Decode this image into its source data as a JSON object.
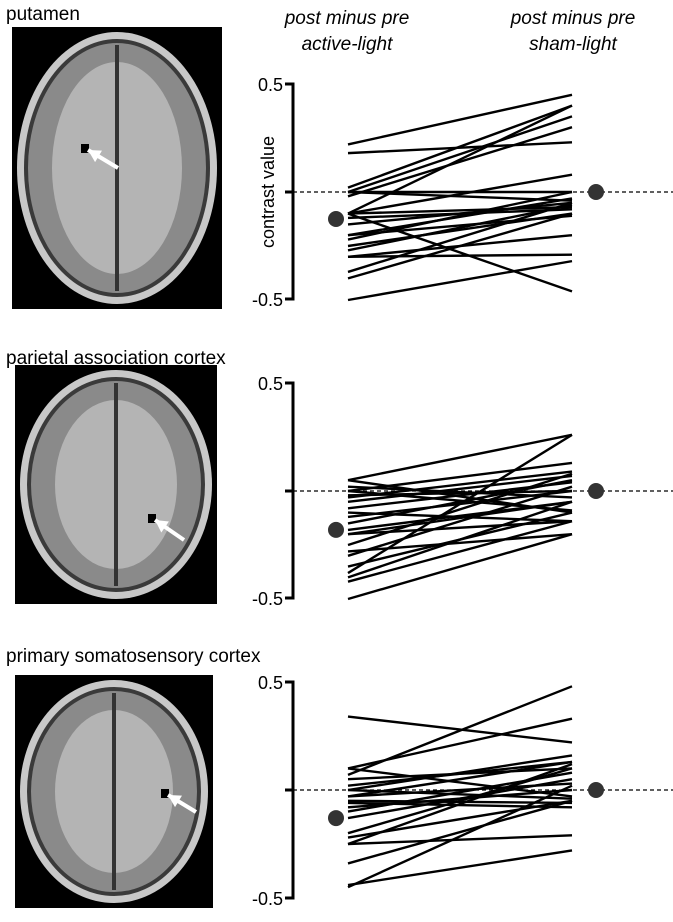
{
  "column_headers": {
    "active": {
      "line1": "post minus pre",
      "line2": "active-light"
    },
    "sham": {
      "line1": "post minus pre",
      "line2": "sham-light"
    }
  },
  "ylabel": "contrast value",
  "chart_data": [
    {
      "type": "line",
      "title": "putamen",
      "ylim": [
        -0.5,
        0.5
      ],
      "yticks": [
        "0.5",
        "-0.5"
      ],
      "reference_line": 0,
      "x": [
        "active-light",
        "sham-light"
      ],
      "mean": [
        -0.125,
        0.0
      ],
      "pairs": [
        [
          0.22,
          0.45
        ],
        [
          0.18,
          0.23
        ],
        [
          0.02,
          0.4
        ],
        [
          0.0,
          0.35
        ],
        [
          -0.02,
          0.3
        ],
        [
          0.0,
          0.0
        ],
        [
          -0.1,
          0.4
        ],
        [
          -0.1,
          0.08
        ],
        [
          -0.1,
          -0.07
        ],
        [
          -0.1,
          -0.46
        ],
        [
          -0.15,
          -0.05
        ],
        [
          -0.2,
          -0.03
        ],
        [
          -0.25,
          -0.1
        ],
        [
          -0.27,
          -0.06
        ],
        [
          -0.3,
          -0.2
        ],
        [
          -0.37,
          -0.05
        ],
        [
          -0.4,
          -0.1
        ],
        [
          -0.5,
          -0.32
        ],
        [
          -0.3,
          -0.29
        ],
        [
          -0.2,
          -0.11
        ],
        [
          0.0,
          -0.04
        ],
        [
          -0.22,
          0.0
        ],
        [
          -0.12,
          -0.08
        ]
      ]
    },
    {
      "type": "line",
      "title": "parietal association cortex",
      "ylim": [
        -0.5,
        0.5
      ],
      "yticks": [
        "0.5",
        "-0.5"
      ],
      "reference_line": 0,
      "x": [
        "active-light",
        "sham-light"
      ],
      "mean": [
        -0.18,
        0.0
      ],
      "pairs": [
        [
          0.05,
          0.26
        ],
        [
          0.0,
          0.13
        ],
        [
          -0.03,
          0.09
        ],
        [
          -0.05,
          0.07
        ],
        [
          0.05,
          -0.1
        ],
        [
          -0.08,
          0.04
        ],
        [
          -0.12,
          0.0
        ],
        [
          -0.18,
          -0.05
        ],
        [
          -0.2,
          -0.14
        ],
        [
          -0.25,
          0.08
        ],
        [
          -0.28,
          -0.2
        ],
        [
          -0.3,
          0.02
        ],
        [
          -0.38,
          0.26
        ],
        [
          -0.4,
          -0.05
        ],
        [
          -0.42,
          -0.14
        ],
        [
          -0.5,
          -0.2
        ],
        [
          0.0,
          -0.09
        ],
        [
          -0.2,
          -0.05
        ],
        [
          -0.15,
          0.05
        ],
        [
          -0.35,
          -0.1
        ],
        [
          0.02,
          -0.03
        ],
        [
          -0.1,
          -0.14
        ],
        [
          -0.02,
          0.0
        ]
      ]
    },
    {
      "type": "line",
      "title": "primary somatosensory cortex",
      "ylim": [
        -0.5,
        0.5
      ],
      "yticks": [
        "0.5",
        "-0.5"
      ],
      "reference_line": 0,
      "x": [
        "active-light",
        "sham-light"
      ],
      "mean": [
        -0.13,
        0.0
      ],
      "pairs": [
        [
          0.34,
          0.22
        ],
        [
          0.1,
          0.33
        ],
        [
          0.07,
          0.48
        ],
        [
          0.1,
          -0.03
        ],
        [
          0.05,
          0.1
        ],
        [
          0.02,
          0.13
        ],
        [
          0.0,
          0.16
        ],
        [
          -0.03,
          0.13
        ],
        [
          -0.05,
          -0.06
        ],
        [
          -0.08,
          0.0
        ],
        [
          -0.13,
          0.05
        ],
        [
          -0.2,
          0.1
        ],
        [
          -0.22,
          -0.05
        ],
        [
          -0.25,
          0.12
        ],
        [
          -0.25,
          -0.21
        ],
        [
          -0.34,
          -0.05
        ],
        [
          -0.44,
          -0.28
        ],
        [
          -0.45,
          0.02
        ],
        [
          -0.06,
          -0.08
        ],
        [
          0.0,
          -0.04
        ],
        [
          -0.1,
          0.08
        ],
        [
          -0.03,
          0.03
        ]
      ]
    }
  ]
}
